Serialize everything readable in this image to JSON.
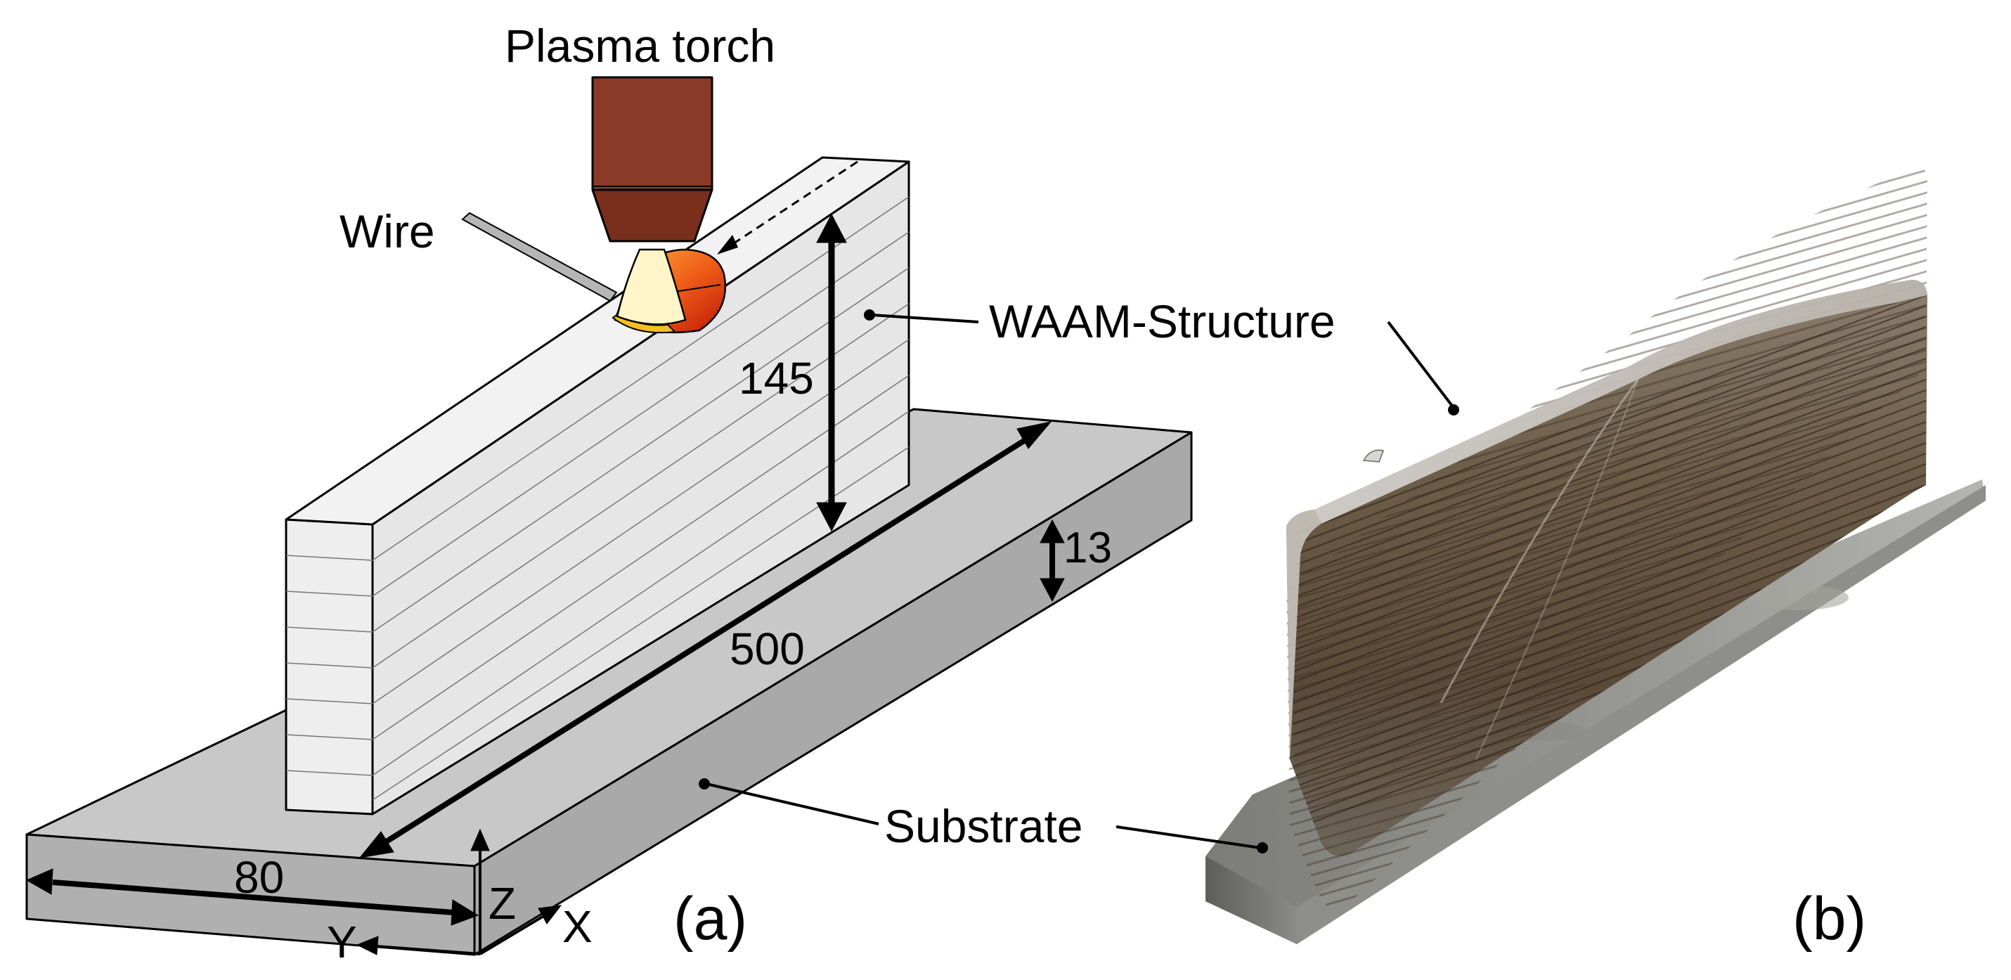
{
  "labels": {
    "torch": "Plasma torch",
    "wire": "Wire",
    "structure": "WAAM-Structure",
    "substrate": "Substrate",
    "panel_a": "(a)",
    "panel_b": "(b)"
  },
  "dimensions": {
    "height": "145",
    "substrate_thickness": "13",
    "length": "500",
    "width": "80"
  },
  "axes": {
    "x": "X",
    "y": "Y",
    "z": "Z"
  },
  "colors": {
    "torch_body": "#8B3A28",
    "torch_nozzle": "#7A2E1C",
    "substrate_top": "#C8C8C8",
    "substrate_side": "#A9A9A9",
    "wall_face": "#E6E6E6",
    "wall_end": "#EEEEEE",
    "arc_glow": "#FFF5C8",
    "melt_pool": "#F07020"
  }
}
